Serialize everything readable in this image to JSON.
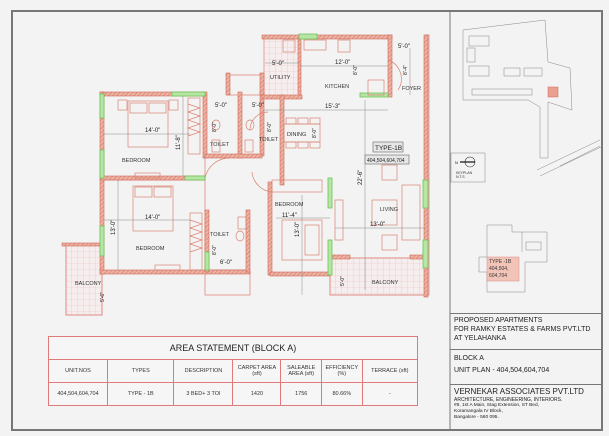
{
  "plan": {
    "rooms": {
      "bedroom1": "BEDROOM",
      "bedroom2": "BEDROOM",
      "bedroom3": "BEDROOM",
      "toilet1": "TOILET",
      "toilet2": "TOILET",
      "toilet3": "TOILET",
      "utility": "UTILITY",
      "kitchen": "KITCHEN",
      "foyer": "FOYER",
      "dining": "DINING",
      "living": "LIVING",
      "balcony1": "BALCONY",
      "balcony2": "BALCONY"
    },
    "dims": {
      "bed1_w": "14'-0\"",
      "bed1_h": "11'-8\"",
      "bed2_w": "14'-0\"",
      "bed2_h": "13'-0\"",
      "bed3_w": "11'-4\"",
      "bed3_h": "13'-0\"",
      "toi1_w": "5'-0\"",
      "toi1_h": "8'-0\"",
      "toi2_w": "5'-0\"",
      "toi2_h": "8'-0\"",
      "toi3_w": "6'-0\"",
      "toi3_h": "8'-0\"",
      "util_w": "5'-0\"",
      "kit_w": "12'-0\"",
      "kit_h": "8'-0\"",
      "foyer_w": "5'-0\"",
      "foyer_h": "8'-4\"",
      "dining_w": "15'-3\"",
      "dining_h": "8'-0\"",
      "living_w": "13'-0\"",
      "living_h": "22'-6\"",
      "bal1_h": "5'-6\"",
      "bal2_h": "5'-0\""
    },
    "type_tag": "TYPE-1B",
    "unit_tag": "404,504,604,704"
  },
  "area_statement": {
    "title": "AREA STATEMENT (BLOCK A)",
    "headers": [
      "UNIT.NOS",
      "TYPES",
      "DESCRIPTION",
      "CARPET AREA (sft)",
      "SALEABLE AREA (sft)",
      "EFFICIENCY (%)",
      "TERRACE (sft)"
    ],
    "rows": [
      [
        "404,504,604,704",
        "TYPE - 1B",
        "3 BED+ 3 TOI",
        "1420",
        "1756",
        "80.66%",
        "-"
      ]
    ]
  },
  "key_plan": {
    "compass_label": "KEYPLAN",
    "compass_scale": "N.T.S",
    "north": "N",
    "highlight": [
      "TYPE -1B",
      "404,504,",
      "604,704"
    ]
  },
  "title_block": {
    "project": [
      "PROPOSED APARTMENTS",
      "FOR RAMKY ESTATES & FARMS PVT.LTD",
      "AT YELAHANKA"
    ],
    "block": "BLOCK A",
    "sheet": "UNIT PLAN - 404,504,604,704",
    "firm": "VERNEKAR ASSOCIATES PVT.LTD",
    "firm_sub": "ARCHITECTURE, ENGINEERING, INTERIORS.",
    "address": [
      "#8, 1st A Main, Stag Extension, ST Bed,",
      "Koramangala IV Block,",
      "Bangalore - 560 095."
    ]
  },
  "colors": {
    "wall": "#e8a595",
    "wall_stroke": "#cf6a58",
    "window": "#86d870",
    "dim": "#8a8a8a"
  }
}
